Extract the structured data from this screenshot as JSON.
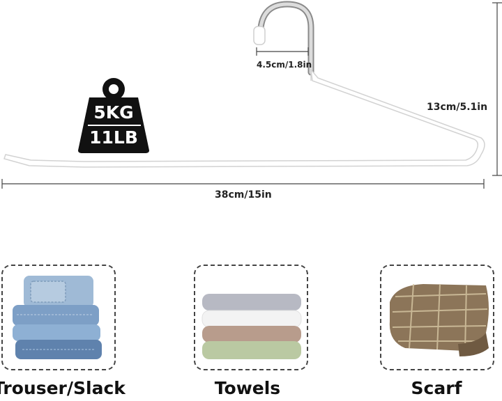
{
  "dimensions": {
    "hook_width": "4.5cm/1.8in",
    "height": "13cm/5.1in",
    "length": "38cm/15in"
  },
  "weight": {
    "line1": "5KG",
    "line2": "11LB",
    "icon": "weight-icon"
  },
  "uses": [
    {
      "label": "Trouser/Slack",
      "icon": "folded-jeans"
    },
    {
      "label": "Towels",
      "icon": "folded-towels"
    },
    {
      "label": "Scarf",
      "icon": "folded-scarf"
    }
  ],
  "colors": {
    "hanger": "#ffffff",
    "hanger_outline": "#d6d6d6",
    "dimension_line": "#444444",
    "weight_icon": "#111111"
  }
}
